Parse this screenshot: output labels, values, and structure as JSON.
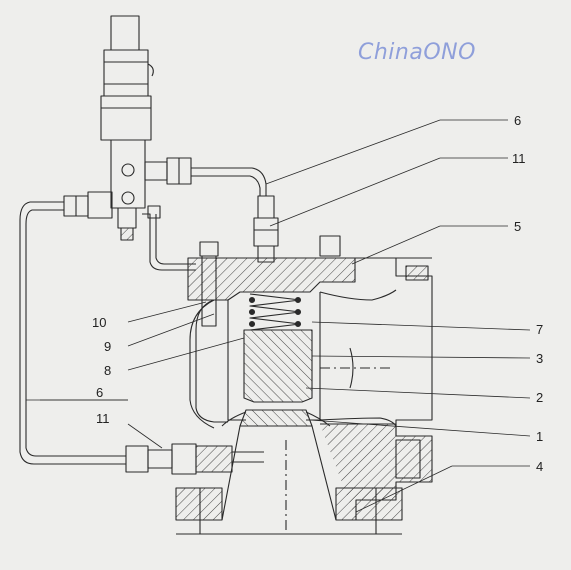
{
  "watermark": "ChinaONO",
  "labels": {
    "l1": "1",
    "l2": "2",
    "l3": "3",
    "l4": "4",
    "l5": "5",
    "l6_top": "6",
    "l6_left": "6",
    "l7": "7",
    "l8": "8",
    "l9": "9",
    "l10": "10",
    "l11_top": "11",
    "l11_left": "11"
  },
  "colors": {
    "paper": "#eeeeec",
    "ink": "#2a2a2a",
    "watermark": "#7f92d8"
  }
}
